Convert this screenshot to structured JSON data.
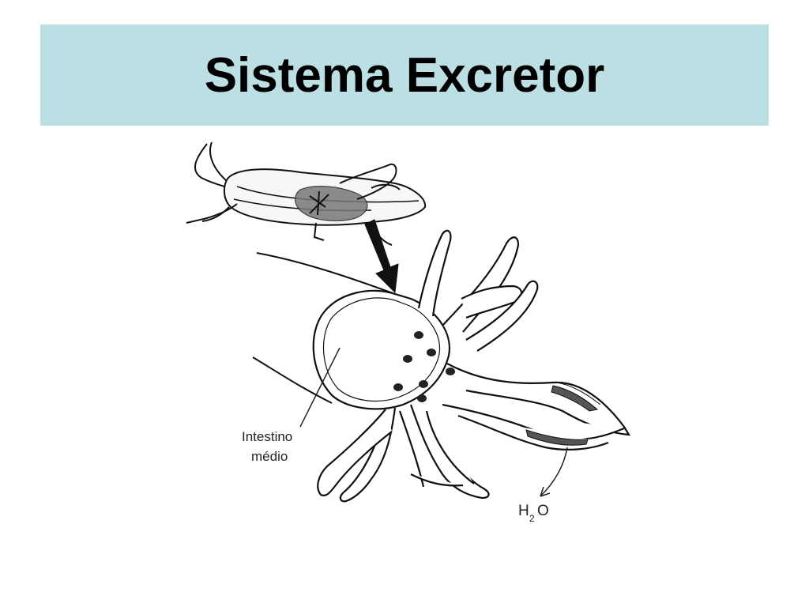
{
  "slide": {
    "title": "Sistema Excretor",
    "title_bar_color": "#bcdfe3"
  },
  "diagram": {
    "label_midgut_line1": "Intestino",
    "label_midgut_line2": "médio",
    "label_water_main": "H",
    "label_water_sub": "2",
    "label_water_tail": "O"
  }
}
